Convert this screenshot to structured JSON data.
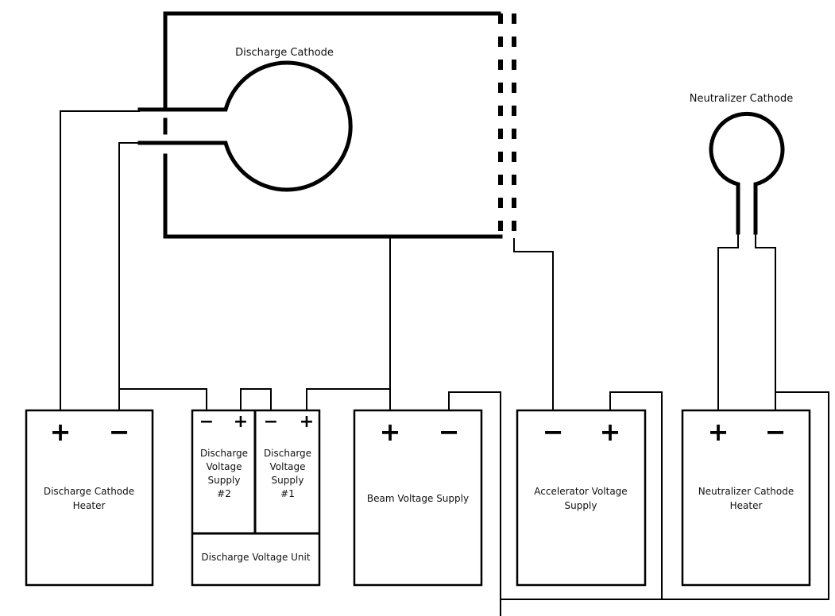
{
  "labels": {
    "discharge_cathode": "Discharge Cathode",
    "neutralizer_cathode": "Neutralizer Cathode"
  },
  "supplies": {
    "discharge_cathode_heater": {
      "lines": [
        "Discharge Cathode",
        "Heater"
      ],
      "left_terminal": "+",
      "right_terminal": "−"
    },
    "discharge_voltage_supply_2": {
      "lines": [
        "Discharge",
        "Voltage",
        "Supply",
        "#2"
      ],
      "left_terminal": "−",
      "right_terminal": "+"
    },
    "discharge_voltage_supply_1": {
      "lines": [
        "Discharge",
        "Voltage",
        "Supply",
        "#1"
      ],
      "left_terminal": "−",
      "right_terminal": "+"
    },
    "discharge_voltage_unit": {
      "label": "Discharge Voltage Unit"
    },
    "beam_voltage_supply": {
      "lines": [
        "Beam Voltage Supply"
      ],
      "left_terminal": "+",
      "right_terminal": "−"
    },
    "accelerator_voltage_supply": {
      "lines": [
        "Accelerator Voltage",
        "Supply"
      ],
      "left_terminal": "−",
      "right_terminal": "+"
    },
    "neutralizer_cathode_heater": {
      "lines": [
        "Neutralizer Cathode",
        "Heater"
      ],
      "left_terminal": "+",
      "right_terminal": "−"
    }
  }
}
